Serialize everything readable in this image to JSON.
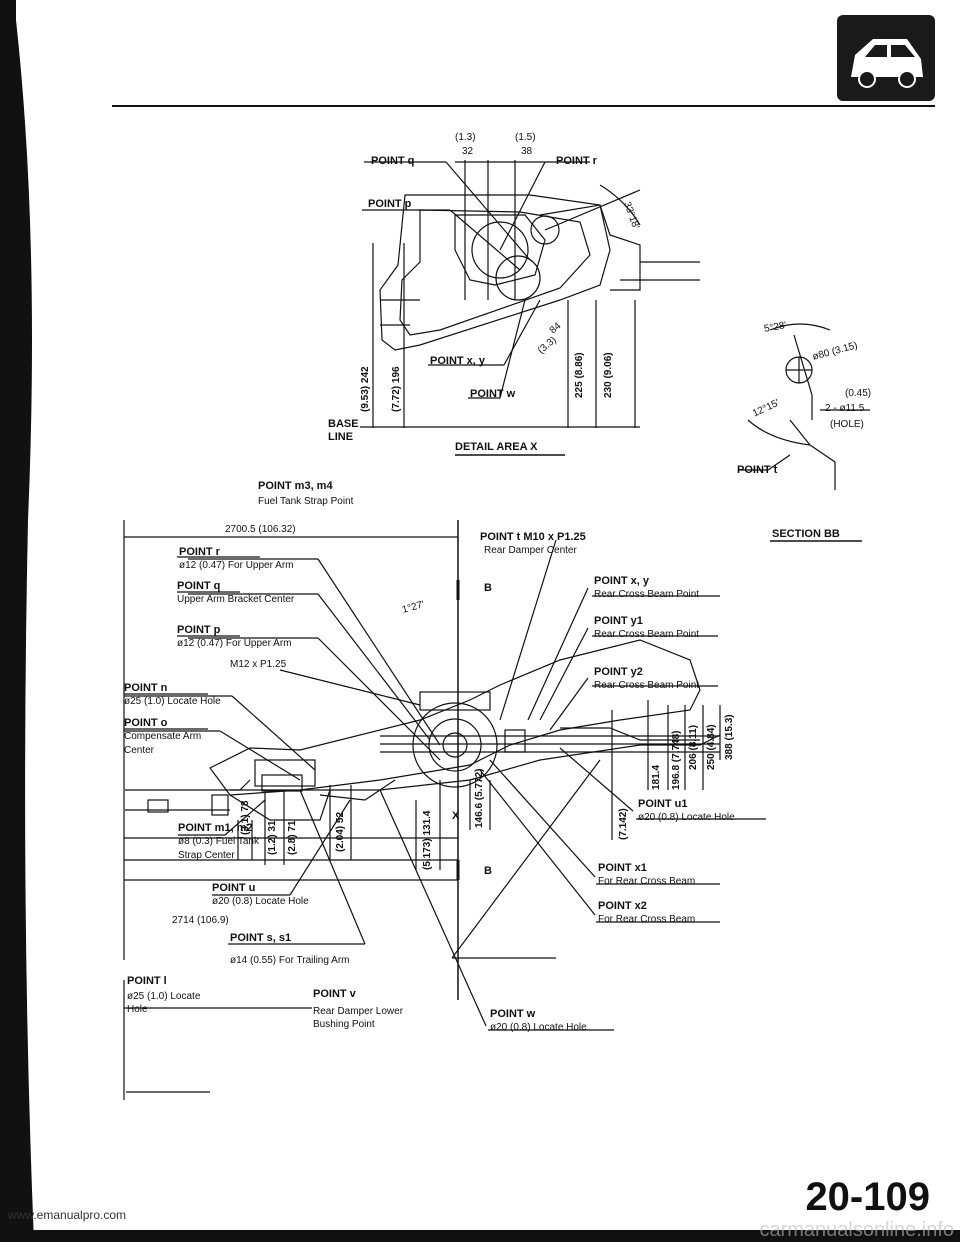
{
  "detail_x": {
    "dims_top": [
      "(1.3)",
      "32",
      "(1.5)",
      "38"
    ],
    "points": [
      "POINT q",
      "POINT r",
      "POINT p",
      "POINT x, y",
      "POINT w"
    ],
    "dims_vertical": [
      "(9.53) 242",
      "(7.72) 196",
      "225 (8.86)",
      "230 (9.06)"
    ],
    "small_dims": [
      "84",
      "(3.3)",
      "33°18'"
    ],
    "base_line": [
      "BASE",
      "LINE"
    ],
    "title": "DETAIL AREA X"
  },
  "section_bb": {
    "angle_top": "5°28'",
    "hole_dia": "ø80 (3.15)",
    "hole_spec": [
      "(0.45)",
      "2 - ø11.5",
      "(HOLE)"
    ],
    "angle_side": "12°15'",
    "point": "POINT t",
    "title": "SECTION BB"
  },
  "main": {
    "m3": "POINT m3, m4",
    "m3_desc": "Fuel Tank Strap Point",
    "dim_2700": "2700.5 (106.32)",
    "r_title": "POINT r",
    "r_desc": "ø12 (0.47) For Upper Arm",
    "q_title": "POINT q",
    "q_desc": "Upper Arm Bracket Center",
    "p_title": "POINT p",
    "p_desc": "ø12 (0.47) For Upper Arm",
    "m12": "M12 x P1.25",
    "n_title": "POINT n",
    "n_desc": "ø25 (1.0) Locate Hole",
    "o_title": "POINT o",
    "o_desc1": "Compensate Arm",
    "o_desc2": "Center",
    "m1_title": "POINT m1, m2",
    "m1_desc1": "ø8 (0.3) Fuel Tank",
    "m1_desc2": "Strap Center",
    "u_title": "POINT u",
    "u_desc": "ø20 (0.8) Locate Hole",
    "dim_2714": "2714 (106.9)",
    "s_title": "POINT s, s1",
    "s_desc": "ø14 (0.55) For Trailing Arm",
    "l_title": "POINT l",
    "l_desc1": "ø25 (1.0) Locate",
    "l_desc2": "Hole",
    "v_title": "POINT v",
    "v_desc1": "Rear Damper Lower",
    "v_desc2": "Bushing Point",
    "t_title": "POINT t M10 x P1.25",
    "t_desc": "Rear Damper Center",
    "xy_title": "POINT x, y",
    "xy_desc": "Rear Cross Beam Point",
    "y1_title": "POINT y1",
    "y1_desc": "Rear Cross Beam Point",
    "y2_title": "POINT y2",
    "y2_desc": "Rear Cross Beam Point",
    "u1_title": "POINT u1",
    "u1_desc": "ø20 (0.8) Locate Hole",
    "x1_title": "POINT x1",
    "x1_desc": "For Rear Cross Beam",
    "x2_title": "POINT x2",
    "x2_desc": "For Rear Cross Beam",
    "w_title": "POINT w",
    "w_desc": "ø20 (0.8) Locate Hole",
    "angle": "1°27'",
    "b_upper": "B",
    "b_lower": "B",
    "x_mark": "X",
    "dims_vertical_left": [
      "(3.1) 78",
      "(1.2) 31",
      "(2.8) 71"
    ],
    "dims_vertical_mid": [
      "(2.04) 52",
      "(5.173) 131.4",
      "146.6 (5.772)"
    ],
    "dims_vertical_right": [
      "(7.142)",
      "181.4",
      "196.8 (7.748)",
      "206 (8.11)",
      "250 (4.84)",
      "388 (15.3)"
    ]
  },
  "footer": {
    "page_number": "20-109",
    "url": "www.emanualpro.com",
    "watermark": "carmanualsonline.info"
  }
}
